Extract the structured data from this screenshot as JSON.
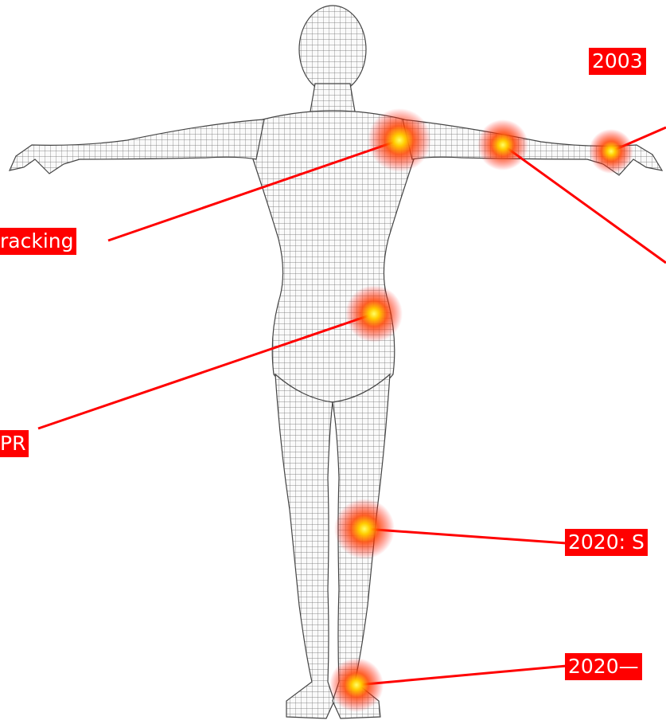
{
  "labels": {
    "top_right": "2003",
    "left_upper": "racking",
    "left_lower": "PR",
    "right_knee": "2020: S",
    "right_ankle": "2020—"
  },
  "colors": {
    "accent": "#ff0000",
    "hotspot_core": "#ffff33",
    "hotspot_glow": "#ff6a00",
    "mesh": "#6b6b6b"
  }
}
